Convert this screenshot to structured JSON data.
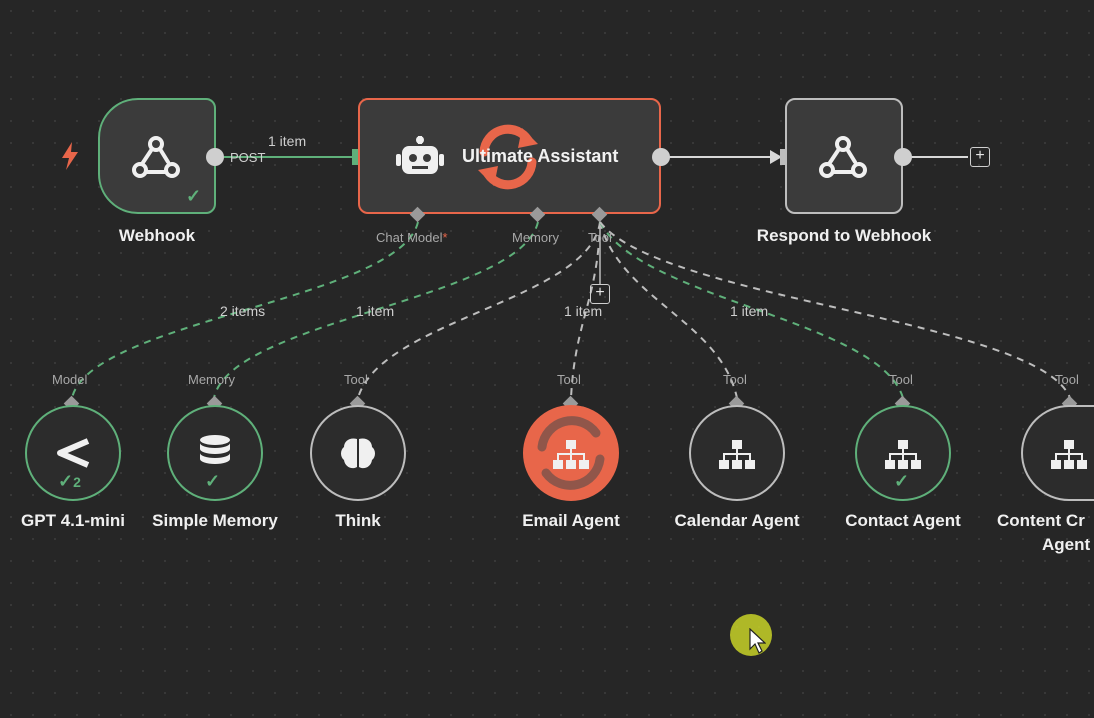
{
  "trigger_icon": "bolt-icon",
  "nodes": {
    "webhook": {
      "label": "Webhook",
      "port_label": "POST",
      "icon": "webhook-icon",
      "status": "success"
    },
    "agent": {
      "label": "Ultimate Assistant",
      "icon": "robot-icon",
      "status": "running",
      "ports": {
        "chat_model": "Chat Model",
        "chat_model_required": "*",
        "memory": "Memory",
        "tool": "Tool"
      }
    },
    "respond": {
      "label": "Respond to Webhook",
      "icon": "webhook-icon"
    }
  },
  "edges": {
    "webhook_to_agent": "1 item",
    "model": "2 items",
    "memory": "1 item",
    "tool_email": "1 item",
    "tool_contact": "1 item"
  },
  "sub_nodes": [
    {
      "label": "GPT 4.1-mini",
      "type_label": "Model",
      "icon": "chevron-left-icon",
      "status": "success",
      "count": "2"
    },
    {
      "label": "Simple Memory",
      "type_label": "Memory",
      "icon": "database-icon",
      "status": "success"
    },
    {
      "label": "Think",
      "type_label": "Tool",
      "icon": "brain-icon"
    },
    {
      "label": "Email Agent",
      "type_label": "Tool",
      "icon": "network-icon",
      "status": "running"
    },
    {
      "label": "Calendar Agent",
      "type_label": "Tool",
      "icon": "network-icon"
    },
    {
      "label": "Contact Agent",
      "type_label": "Tool",
      "icon": "network-icon",
      "status": "success"
    },
    {
      "label": "Content Cr",
      "label_line2": "Agent",
      "type_label": "Tool",
      "icon": "network-icon"
    }
  ],
  "colors": {
    "success": "#5fb07a",
    "running": "#e8664a",
    "background": "#262626"
  }
}
